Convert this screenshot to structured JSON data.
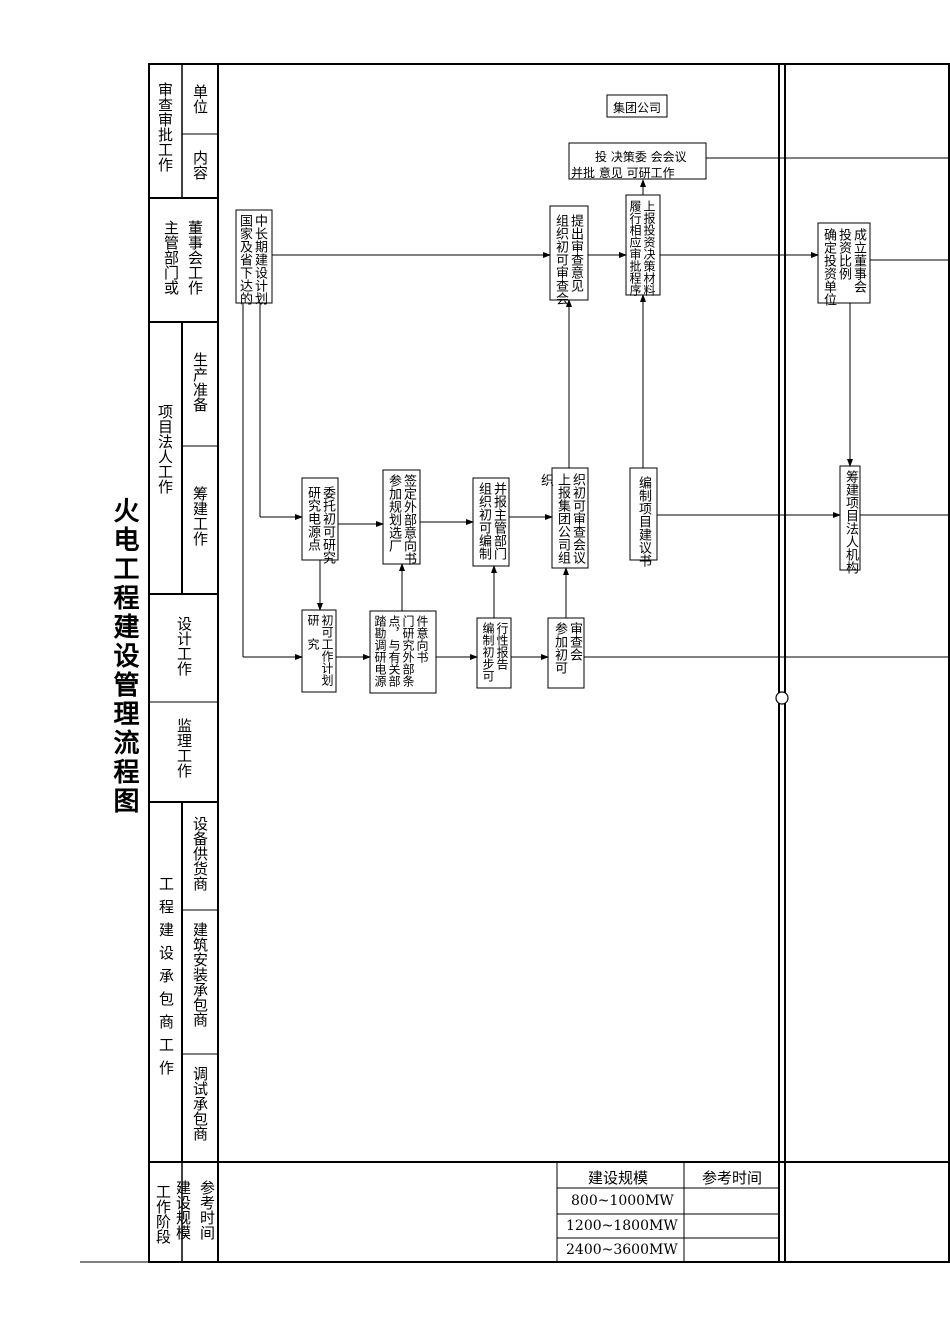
{
  "title": "火电工程建设管理流程图",
  "row_labels": {
    "shencha_outer": "审查审批工作",
    "danwei": "单位",
    "neirong": "内容",
    "zhuguan_a": "主管部门或",
    "zhuguan_b": "董事会工作",
    "xiangmu": "项目法人工作",
    "shengchan": "生产准备",
    "choujian": "筹建工作",
    "sheji": "设计工作",
    "jianli": "监理工作",
    "gongcheng": "工程建设承包商工作",
    "shebei": "设备供货商",
    "jianzhu": "建筑安装承包商",
    "tiaoshi": "调试承包商",
    "jieduan": "工作阶段",
    "guimo": "建设规模",
    "shijian": "参考时间"
  },
  "boxes": {
    "jituan": "集团公司",
    "juece": {
      "line1": "投 决策委 会会议",
      "line2": "并批 意见 可研工作"
    },
    "guojia": [
      "中长期建设计划",
      "国家及省下达的"
    ],
    "tichu": [
      "提出审查意见",
      "组织初可审查会"
    ],
    "shangbao": [
      "上报投资决策材料",
      "履行相应审批程序"
    ],
    "chengli": [
      "成立董事会",
      "投资比例",
      "确定投资单位"
    ],
    "weituo": [
      "委托初可研究",
      "研究电源点"
    ],
    "qianding": [
      "签定外部意向书",
      "参加规划选厂"
    ],
    "bingbao": [
      "并报主管部门",
      "组织初可编制"
    ],
    "zhizhi": [
      "织初可审查会议",
      "上报集团公司组"
    ],
    "zhi_frag": "织",
    "bianzhi": [
      "编制项目建议书"
    ],
    "choujianfaren": [
      "筹建项目法人机构"
    ],
    "chuke": [
      "初可工作计划",
      "研　究"
    ],
    "jianyi": [
      "件意向书",
      "门研究外部条",
      "点，与有关部",
      "踏勘调研电源"
    ],
    "xingxing": [
      "行性报告",
      "编制初步可"
    ],
    "shenchahui": [
      "审查会",
      "参加初可"
    ]
  },
  "scale_table": {
    "headers": [
      "建设规模",
      "参考时间"
    ],
    "rows": [
      "800~1000MW",
      "1200~1800MW",
      "2400~3600MW"
    ]
  }
}
